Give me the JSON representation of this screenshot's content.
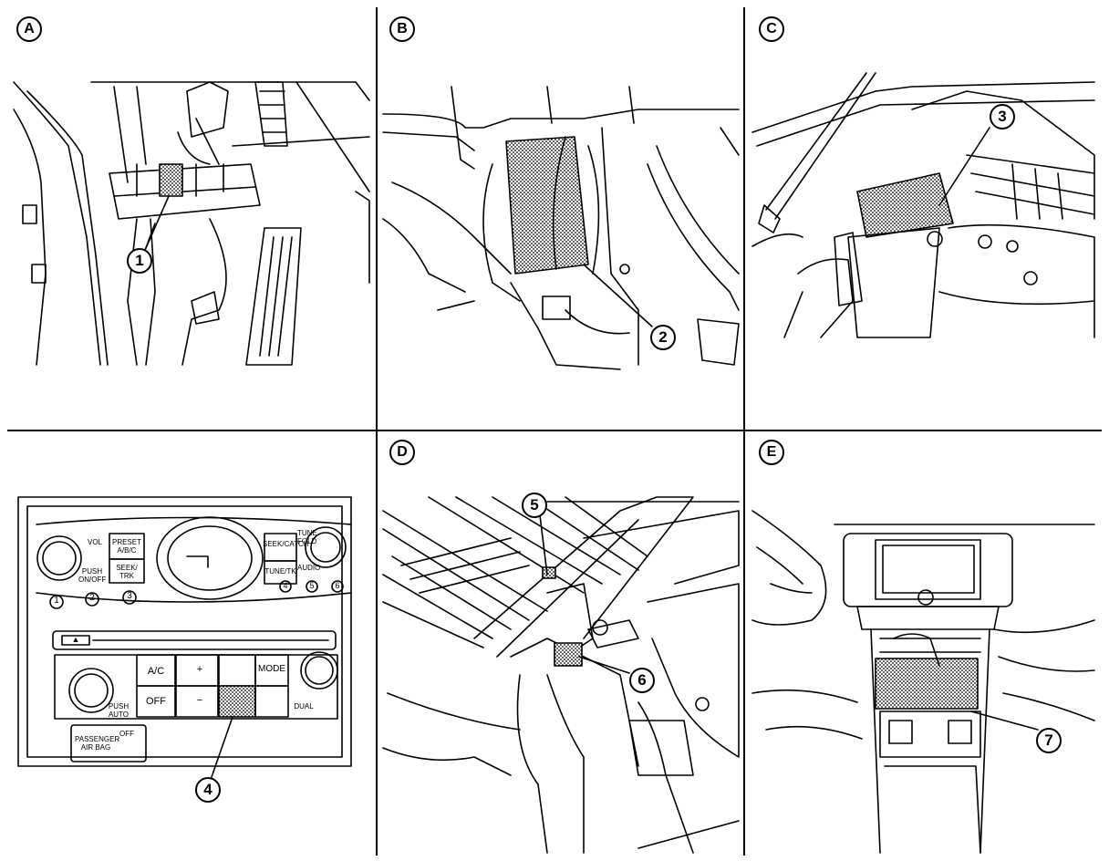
{
  "panels": [
    {
      "letter": "A"
    },
    {
      "letter": "B"
    },
    {
      "letter": "C"
    },
    {
      "letter": "D"
    },
    {
      "letter": "E"
    }
  ],
  "callouts": [
    "1",
    "2",
    "3",
    "4",
    "5",
    "6",
    "7"
  ],
  "control_panel": {
    "vol": "VOL",
    "preset_a": "PRESET A/B/C",
    "seek_trk": "SEEK/ TRK",
    "power": "PUSH ON/OFF",
    "seek_catch": "SEEK/CATCH",
    "tune_fold": "TUNE FOLD",
    "tuning": "TUNE/TK",
    "audio": "AUDIO",
    "presets": [
      "1",
      "2",
      "3"
    ],
    "presets_right": [
      "4",
      "5",
      "6"
    ],
    "ac": "A/C",
    "off": "OFF",
    "mode": "MODE",
    "auto": "PUSH AUTO",
    "dual": "DUAL",
    "fan_plus": "+",
    "fan_minus": "−",
    "airbag": "PASSENGER AIR BAG",
    "airbag_off": "OFF",
    "eject": "▲"
  },
  "colors": {
    "ink": "#000000",
    "paper": "#ffffff",
    "highlight": "#9a9a9a"
  }
}
